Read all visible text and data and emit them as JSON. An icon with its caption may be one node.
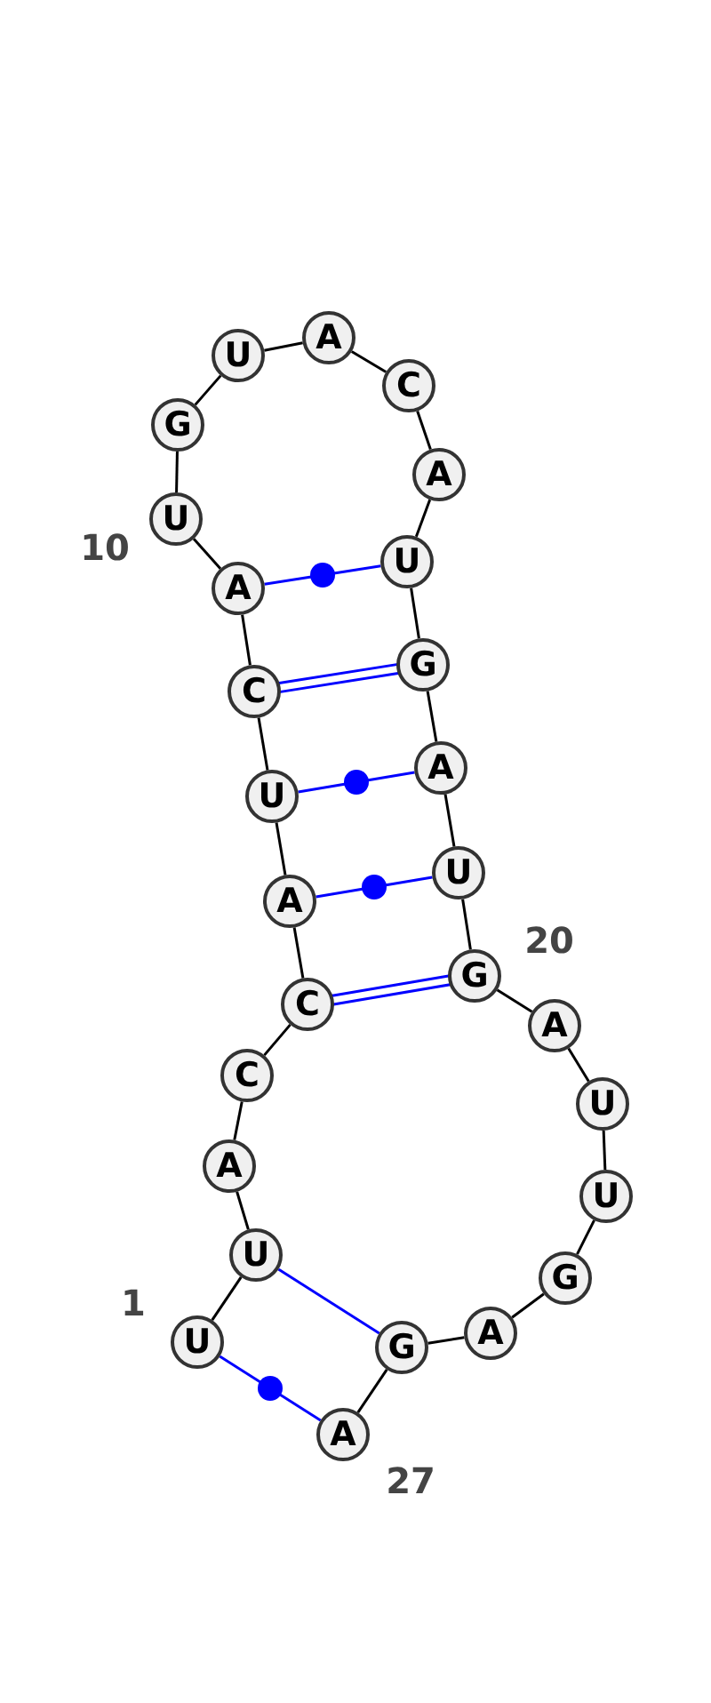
{
  "diagram": {
    "nodes": [
      {
        "text": [
          "U"
        ],
        "beside": [
          "1"
        ]
      },
      {
        "text": [
          "U"
        ]
      },
      {
        "text": [
          "A"
        ]
      },
      {
        "text": [
          "C"
        ]
      },
      {
        "text": [
          "C"
        ]
      },
      {
        "text": [
          "A"
        ]
      },
      {
        "text": [
          "U"
        ]
      },
      {
        "text": [
          "C"
        ]
      },
      {
        "text": [
          "A"
        ]
      },
      {
        "text": [
          "U"
        ],
        "beside": [
          "10"
        ]
      },
      {
        "text": [
          "G"
        ]
      },
      {
        "text": [
          "U"
        ]
      },
      {
        "text": [
          "A"
        ]
      },
      {
        "text": [
          "C"
        ]
      },
      {
        "text": [
          "A"
        ]
      },
      {
        "text": [
          "U"
        ]
      },
      {
        "text": [
          "G"
        ]
      },
      {
        "text": [
          "A"
        ]
      },
      {
        "text": [
          "U"
        ]
      },
      {
        "text": [
          "G"
        ],
        "beside": [
          "20"
        ]
      },
      {
        "text": [
          "A"
        ]
      },
      {
        "text": [
          "U"
        ]
      },
      {
        "text": [
          "U"
        ]
      },
      {
        "text": [
          "G"
        ]
      },
      {
        "text": [
          "A"
        ]
      },
      {
        "text": [
          "G"
        ]
      },
      {
        "text": [
          "A"
        ],
        "beside": [
          "27"
        ]
      }
    ],
    "edges": [
      {
        "from": 0,
        "to": 1,
        "arrow": "none"
      },
      {
        "from": 1,
        "to": 2,
        "arrow": "none"
      },
      {
        "from": 2,
        "to": 3,
        "arrow": "none"
      },
      {
        "from": 3,
        "to": 4,
        "arrow": "none"
      },
      {
        "from": 4,
        "to": 5,
        "arrow": "none"
      },
      {
        "from": 5,
        "to": 6,
        "arrow": "none"
      },
      {
        "from": 6,
        "to": 7,
        "arrow": "none"
      },
      {
        "from": 7,
        "to": 8,
        "arrow": "none"
      },
      {
        "from": 8,
        "to": 9,
        "arrow": "none"
      },
      {
        "from": 9,
        "to": 10,
        "arrow": "none"
      },
      {
        "from": 10,
        "to": 11,
        "arrow": "none"
      },
      {
        "from": 11,
        "to": 12,
        "arrow": "none"
      },
      {
        "from": 12,
        "to": 13,
        "arrow": "none"
      },
      {
        "from": 13,
        "to": 14,
        "arrow": "none"
      },
      {
        "from": 14,
        "to": 15,
        "arrow": "none"
      },
      {
        "from": 15,
        "to": 16,
        "arrow": "none"
      },
      {
        "from": 16,
        "to": 17,
        "arrow": "none"
      },
      {
        "from": 17,
        "to": 18,
        "arrow": "none"
      },
      {
        "from": 18,
        "to": 19,
        "arrow": "none"
      },
      {
        "from": 19,
        "to": 20,
        "arrow": "none"
      },
      {
        "from": 20,
        "to": 21,
        "arrow": "none"
      },
      {
        "from": 21,
        "to": 22,
        "arrow": "none"
      },
      {
        "from": 22,
        "to": 23,
        "arrow": "none"
      },
      {
        "from": 23,
        "to": 24,
        "arrow": "none"
      },
      {
        "from": 24,
        "to": 25,
        "arrow": "none"
      },
      {
        "from": 25,
        "to": 26,
        "arrow": "none"
      },
      {
        "from": 8,
        "to": 15,
        "arrow": "none",
        "color": "#0000ff"
      },
      {
        "from": 7,
        "to": 16,
        "arrow": "none",
        "color": "#0000ff"
      },
      {
        "from": 6,
        "to": 17,
        "arrow": "none",
        "color": "#0000ff"
      },
      {
        "from": 5,
        "to": 18,
        "arrow": "none",
        "color": "#0000ff"
      },
      {
        "from": 4,
        "to": 19,
        "arrow": "none",
        "color": "#0000ff"
      },
      {
        "from": 1,
        "to": 25,
        "arrow": "none",
        "color": "#0000ff"
      },
      {
        "from": 0,
        "to": 26,
        "arrow": "none",
        "color": "#0000ff"
      }
    ]
  }
}
